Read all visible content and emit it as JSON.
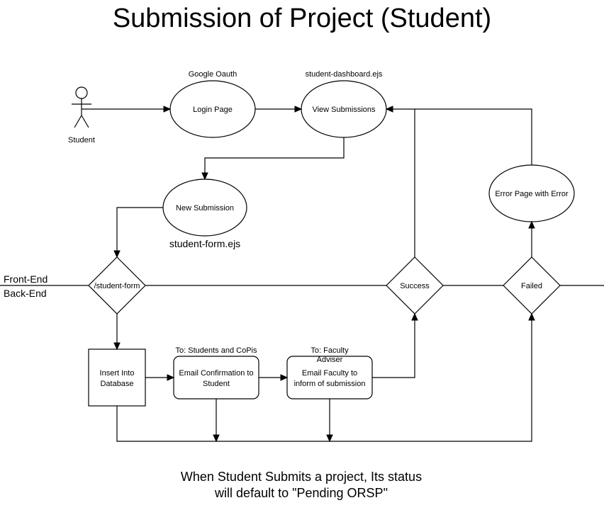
{
  "title": "Submission of Project (Student)",
  "actor": {
    "label": "Student"
  },
  "lanes": {
    "front": "Front-End",
    "back": "Back-End"
  },
  "nodes": {
    "login": {
      "label": "Login Page",
      "caption": "Google Oauth"
    },
    "view": {
      "label": "View Submissions",
      "caption": "student-dashboard.ejs"
    },
    "new_submission": {
      "label": "New Submission",
      "caption": "student-form.ejs"
    },
    "error_page": {
      "label": "Error Page with Error"
    },
    "student_form": {
      "label": "/student-form"
    },
    "success": {
      "label": "Success"
    },
    "failed": {
      "label": "Failed"
    },
    "insert_db": {
      "line1": "Insert Into",
      "line2": "Database"
    },
    "email_student": {
      "line1": "Email Confirmation to",
      "line2": "Student",
      "caption": "To: Students and CoPis"
    },
    "email_faculty": {
      "line1": "Email Faculty to",
      "line2": "inform of submission",
      "caption_line1": "To: Faculty",
      "caption_line2": "Adviser"
    }
  },
  "footnote": {
    "line1": "When Student Submits a project, Its status",
    "line2": "will default to \"Pending ORSP\""
  }
}
